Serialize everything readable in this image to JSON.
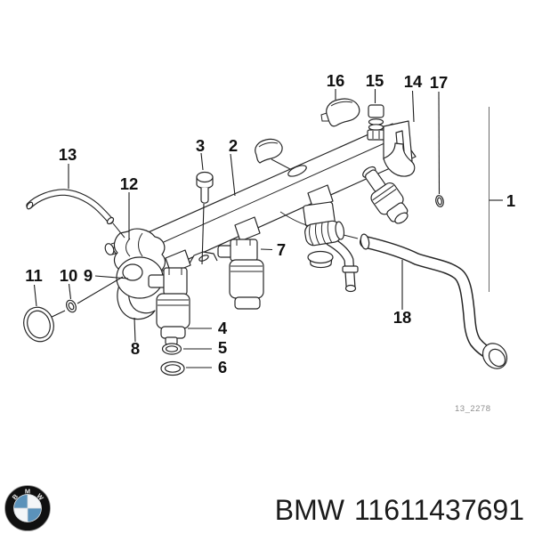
{
  "diagram": {
    "drawing_code": "13_2278",
    "callouts": [
      {
        "label": "1"
      },
      {
        "label": "2"
      },
      {
        "label": "3"
      },
      {
        "label": "4"
      },
      {
        "label": "5"
      },
      {
        "label": "6"
      },
      {
        "label": "7"
      },
      {
        "label": "8"
      },
      {
        "label": "9"
      },
      {
        "label": "10"
      },
      {
        "label": "11"
      },
      {
        "label": "12"
      },
      {
        "label": "13"
      },
      {
        "label": "14"
      },
      {
        "label": "15"
      },
      {
        "label": "16"
      },
      {
        "label": "17"
      },
      {
        "label": "18"
      }
    ]
  },
  "footer": {
    "brand": "BMW",
    "part_number": "11611437691",
    "logo_letters": [
      "B",
      "M",
      "W"
    ]
  },
  "colors": {
    "roundel_blue": "#5b92ba",
    "line_black": "#262626",
    "code_gray": "#8f8f8f"
  }
}
